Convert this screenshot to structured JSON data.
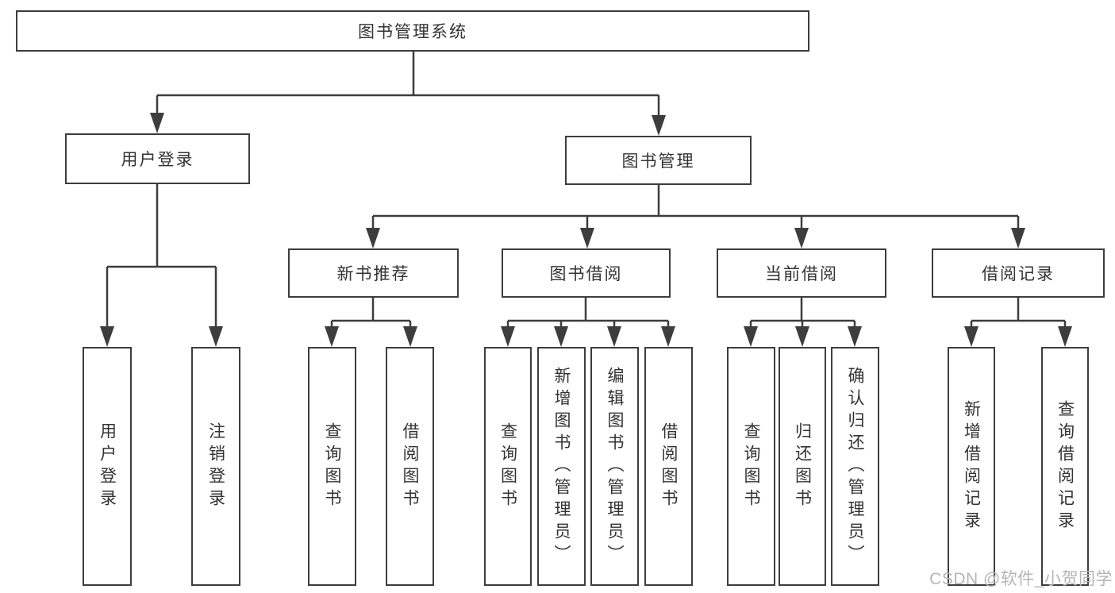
{
  "tree": {
    "root": "图书管理系统",
    "branches": [
      {
        "label": "用户登录",
        "children": [
          "用户登录",
          "注销登录"
        ]
      },
      {
        "label": "图书管理",
        "groups": [
          {
            "label": "新书推荐",
            "children": [
              "查询图书",
              "借阅图书"
            ]
          },
          {
            "label": "图书借阅",
            "children": [
              "查询图书",
              "新增图书（管理员）",
              "编辑图书（管理员）",
              "借阅图书"
            ]
          },
          {
            "label": "当前借阅",
            "children": [
              "查询图书",
              "归还图书",
              "确认归还（管理员）"
            ]
          },
          {
            "label": "借阅记录",
            "children": [
              "新增借阅记录",
              "查询借阅记录"
            ]
          }
        ]
      }
    ]
  },
  "watermark": "CSDN @软件_小贺同学",
  "colors": {
    "line": "#3d3d3d",
    "text": "#333333",
    "watermark": "#b5b5b5",
    "background": "#ffffff"
  }
}
